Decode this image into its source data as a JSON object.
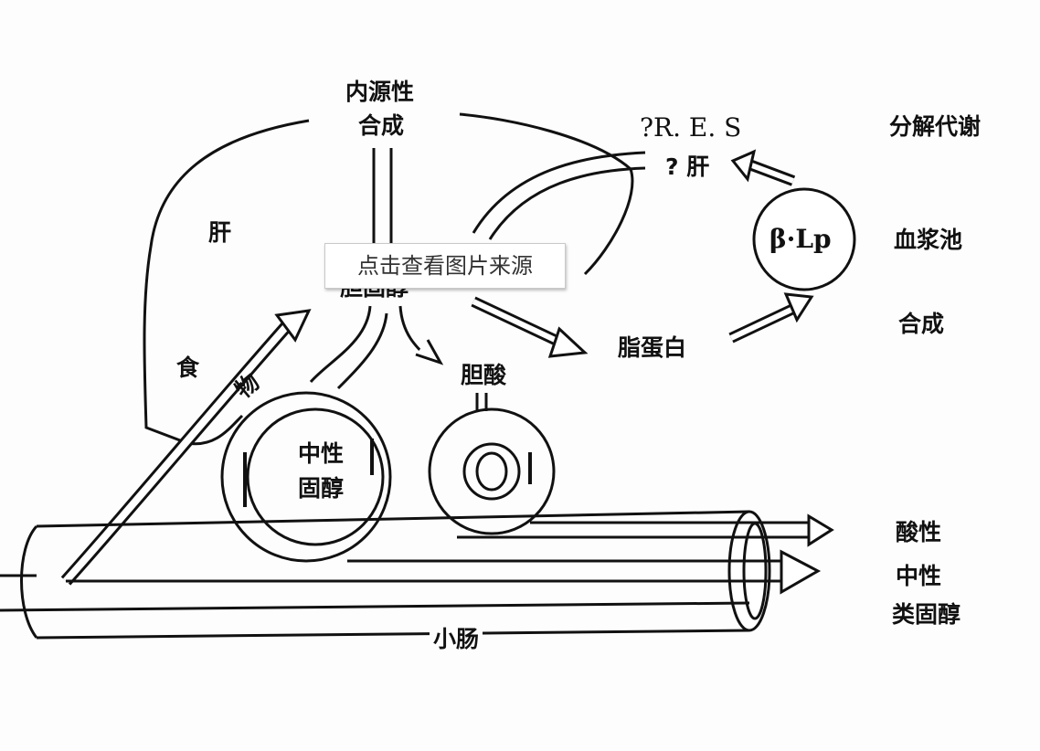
{
  "labels": {
    "endogenous": "内源性",
    "synthesis_top": "合成",
    "res": "?R. E. S",
    "liver_q": "? 肝",
    "catabolism": "分解代谢",
    "liver": "肝",
    "beta_lp": "β·Lp",
    "plasma_pool": "血浆池",
    "cholesterol_partial": "胆固醇",
    "synthesis_right": "合成",
    "lipoprotein": "脂蛋白",
    "food": "食",
    "object": "物",
    "bile_acid": "胆酸",
    "neutral_line1": "中性",
    "neutral_line2": "固醇",
    "acidic": "酸性",
    "neutral_right": "中性",
    "steroids": "类固醇",
    "small_intestine": "小肠"
  },
  "overlay": {
    "text": "点击查看图片来源"
  }
}
